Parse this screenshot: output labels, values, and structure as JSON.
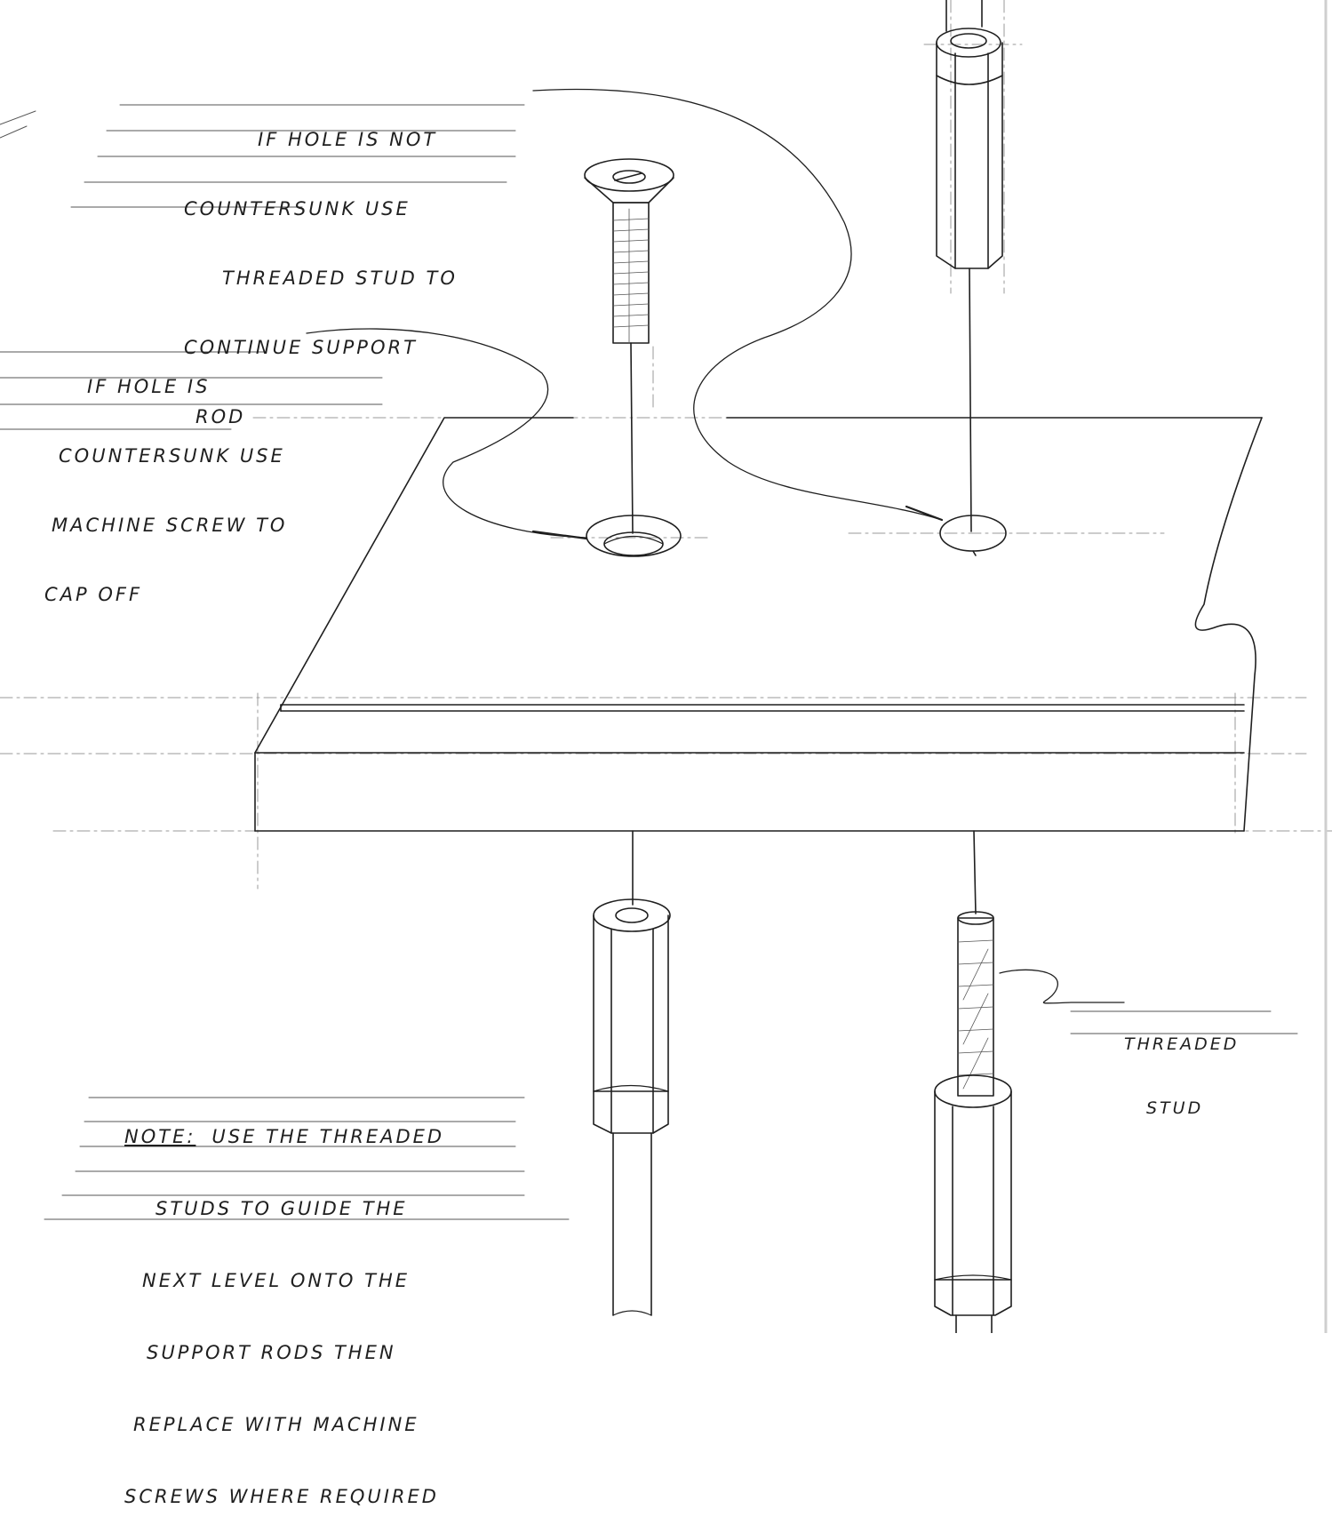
{
  "annotations": {
    "threaded_stud_note": {
      "lines": [
        "IF HOLE IS NOT",
        "COUNTERSUNK USE",
        "THREADED STUD TO",
        "CONTINUE SUPPORT",
        "ROD"
      ]
    },
    "machine_screw_note": {
      "lines": [
        "IF HOLE IS",
        "COUNTERSUNK USE",
        "MACHINE SCREW TO",
        "CAP OFF"
      ]
    },
    "stud_label": {
      "lines": [
        "THREADED",
        "STUD"
      ]
    },
    "general_note": {
      "heading": "NOTE:",
      "lines": [
        "USE THE THREADED",
        "STUDS TO GUIDE THE",
        "NEXT LEVEL ONTO THE",
        "SUPPORT RODS THEN",
        "REPLACE WITH MACHINE",
        "SCREWS WHERE REQUIRED"
      ]
    }
  },
  "colors": {
    "ink": "#1f1f1f",
    "construction_line": "#8a8a8a",
    "paper": "#ffffff"
  }
}
